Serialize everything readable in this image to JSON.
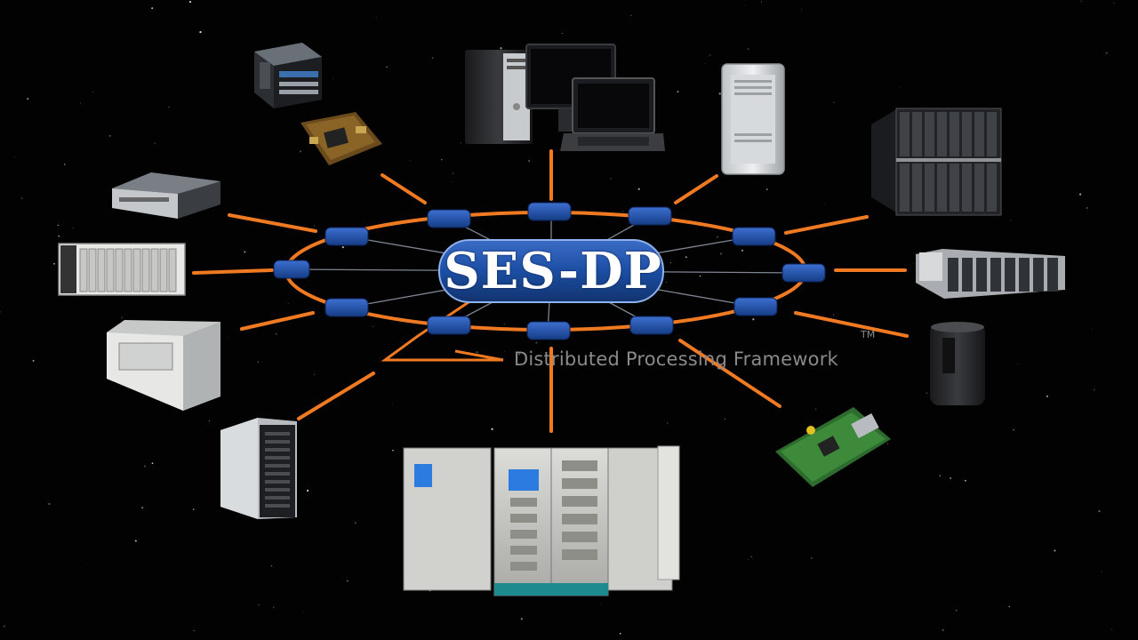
{
  "logo": {
    "title": "SES-DP",
    "tagline": "Distributed Processing Framework",
    "trademark": "TM"
  },
  "colors": {
    "background": "#000000",
    "link_orange": "#f07a22",
    "node_blue": "#1c4fa8",
    "hub_blue": "#1b4ea3",
    "tagline_gray": "#8a8a8a"
  },
  "devices": [
    {
      "name": "industrial-pc-icon"
    },
    {
      "name": "embedded-board-icon"
    },
    {
      "name": "desktop-workstation-icon"
    },
    {
      "name": "laptop-icon"
    },
    {
      "name": "monitor-icon"
    },
    {
      "name": "mac-pro-tower-icon"
    },
    {
      "name": "blade-server-rack-icon"
    },
    {
      "name": "rack-server-1u-icon"
    },
    {
      "name": "pxi-chassis-icon"
    },
    {
      "name": "compactrio-controller-icon"
    },
    {
      "name": "instrument-chassis-icon"
    },
    {
      "name": "mac-pro-cylinder-icon"
    },
    {
      "name": "tower-server-icon"
    },
    {
      "name": "server-cabinets-icon"
    },
    {
      "name": "raspberry-pi-board-icon"
    }
  ]
}
